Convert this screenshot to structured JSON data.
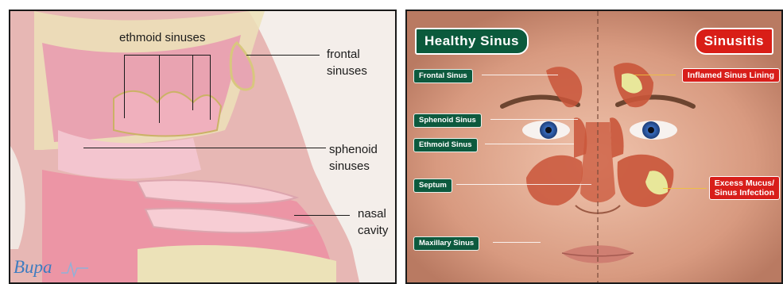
{
  "left": {
    "labels": {
      "ethmoid": "ethmoid sinuses",
      "frontal_1": "frontal",
      "frontal_2": "sinuses",
      "sphenoid_1": "sphenoid",
      "sphenoid_2": "sinuses",
      "nasal_1": "nasal",
      "nasal_2": "cavity"
    },
    "logo": "Bupa"
  },
  "right": {
    "header_left": "Healthy Sinus",
    "header_right": "Sinusitis",
    "left_labels": [
      "Frontal Sinus",
      "Sphenoid Sinus",
      "Ethmoid Sinus",
      "Septum",
      "Maxillary Sinus"
    ],
    "right_labels": {
      "inflamed": "Inflamed Sinus Lining",
      "mucus_1": "Excess Mucus/",
      "mucus_2": "Sinus Infection"
    }
  },
  "colors": {
    "healthy_green": "#0b5a3c",
    "sinusitis_red": "#d91e17",
    "mucus_yellow": "#e8e79a",
    "sinus_orange": "#c9553a"
  }
}
